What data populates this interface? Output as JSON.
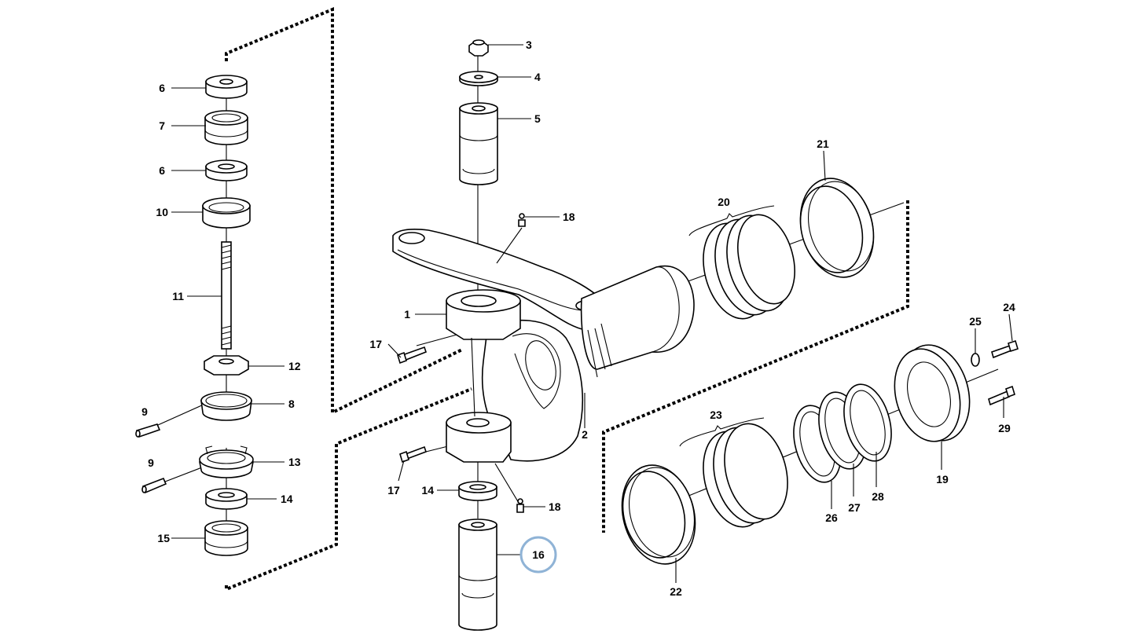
{
  "callouts": [
    {
      "id": "label-1",
      "text": "1"
    },
    {
      "id": "label-2",
      "text": "2"
    },
    {
      "id": "label-3",
      "text": "3"
    },
    {
      "id": "label-4",
      "text": "4"
    },
    {
      "id": "label-5",
      "text": "5"
    },
    {
      "id": "label-6a",
      "text": "6"
    },
    {
      "id": "label-6b",
      "text": "6"
    },
    {
      "id": "label-7",
      "text": "7"
    },
    {
      "id": "label-8",
      "text": "8"
    },
    {
      "id": "label-9a",
      "text": "9"
    },
    {
      "id": "label-9b",
      "text": "9"
    },
    {
      "id": "label-10",
      "text": "10"
    },
    {
      "id": "label-11",
      "text": "11"
    },
    {
      "id": "label-12",
      "text": "12"
    },
    {
      "id": "label-13",
      "text": "13"
    },
    {
      "id": "label-14a",
      "text": "14"
    },
    {
      "id": "label-14b",
      "text": "14"
    },
    {
      "id": "label-15",
      "text": "15"
    },
    {
      "id": "label-16",
      "text": "16"
    },
    {
      "id": "label-17a",
      "text": "17"
    },
    {
      "id": "label-17b",
      "text": "17"
    },
    {
      "id": "label-18a",
      "text": "18"
    },
    {
      "id": "label-18b",
      "text": "18"
    },
    {
      "id": "label-19",
      "text": "19"
    },
    {
      "id": "label-20",
      "text": "20"
    },
    {
      "id": "label-21",
      "text": "21"
    },
    {
      "id": "label-22",
      "text": "22"
    },
    {
      "id": "label-23",
      "text": "23"
    },
    {
      "id": "label-24",
      "text": "24"
    },
    {
      "id": "label-25",
      "text": "25"
    },
    {
      "id": "label-26",
      "text": "26"
    },
    {
      "id": "label-27",
      "text": "27"
    },
    {
      "id": "label-28",
      "text": "28"
    },
    {
      "id": "label-29",
      "text": "29"
    }
  ],
  "highlighted_callout": "16",
  "colors": {
    "line": "#000000",
    "highlight_circle": "#8fb3d6",
    "background": "#ffffff"
  }
}
